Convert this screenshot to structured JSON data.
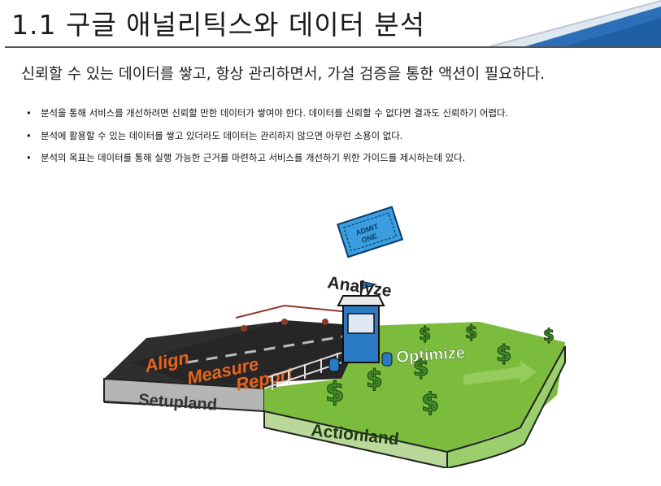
{
  "slide": {
    "title": "1.1 구글 애널리틱스와 데이터 분석",
    "subtitle": "신뢰할 수 있는 데이터를 쌓고, 항상 관리하면서, 가설 검증을 통한 액션이 필요하다.",
    "bullets": [
      "분석을 통해 서비스를 개선하려면 신뢰할 만한 데이터가 쌓여야 한다. 데이터를 신뢰할 수 없다면 결과도 신뢰하기 어렵다.",
      "분석에 활용할 수 있는 데이터를 쌓고 있더라도 데이터는 관리하지 않으면 아무런 소용이 없다.",
      "분석의 목표는 데이터를 통해 실행 가능한 근거를 마련하고 서비스를 개선하기 위한 가이드를 제시하는데 있다."
    ]
  },
  "illustration": {
    "ticket_text": [
      "ADMIT",
      "ONE"
    ],
    "analyze_label": "Analyze",
    "road_labels": [
      "Align",
      "Measure",
      "Report"
    ],
    "optimize_label": "Optimize",
    "setupland_label": "Setupland",
    "actionland_label": "Actionland",
    "dollar_sign": "$",
    "colors": {
      "accent_blue": "#1f6fb5",
      "road": "#2b2b2b",
      "road_label": "#e8641a",
      "grass": "#7cbc3c",
      "grass_side": "#b9d99a",
      "setup_side": "#b5b5b5"
    }
  }
}
